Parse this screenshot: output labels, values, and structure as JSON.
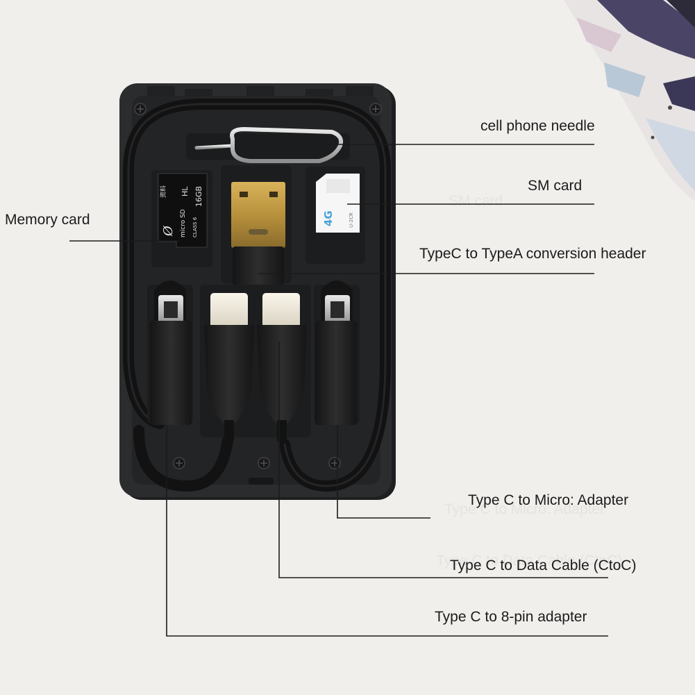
{
  "image": {
    "subject": "case-kit",
    "background_color": "#f1efec",
    "case_color": "#2a2b2d",
    "printed_card_text": [
      "16GB",
      "micro SD",
      "CLASS 6",
      "HL",
      "4G",
      "U-2CR"
    ],
    "callouts": [
      {
        "id": "cell-phone-needle",
        "text": "cell phone needle"
      },
      {
        "id": "sim-card",
        "text": "SM card"
      },
      {
        "id": "memory-card",
        "text": "Memory card"
      },
      {
        "id": "typec-typea-header",
        "text": "TypeC to TypeA conversion header"
      },
      {
        "id": "typec-micro-adapter",
        "text": "Type C to Micro: Adapter"
      },
      {
        "id": "typec-data-cable",
        "text": "Type C to Data Cable (CtoC)"
      },
      {
        "id": "typec-8pin-adapter",
        "text": "Type C to 8-pin adapter"
      }
    ]
  }
}
